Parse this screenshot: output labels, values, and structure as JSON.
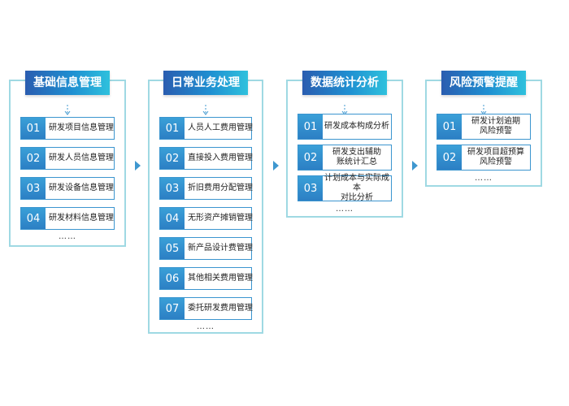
{
  "columns": [
    {
      "title": "基础信息管理",
      "items": [
        {
          "num": "01",
          "label": "研发项目信息管理"
        },
        {
          "num": "02",
          "label": "研发人员信息管理"
        },
        {
          "num": "03",
          "label": "研发设备信息管理"
        },
        {
          "num": "04",
          "label": "研发材料信息管理"
        }
      ],
      "more": "……"
    },
    {
      "title": "日常业务处理",
      "items": [
        {
          "num": "01",
          "label": "人员人工费用管理"
        },
        {
          "num": "02",
          "label": "直接投入费用管理"
        },
        {
          "num": "03",
          "label": "折旧费用分配管理"
        },
        {
          "num": "04",
          "label": "无形资产摊销管理"
        },
        {
          "num": "05",
          "label": "新产品设计费管理"
        },
        {
          "num": "06",
          "label": "其他相关费用管理"
        },
        {
          "num": "07",
          "label": "委托研发费用管理"
        }
      ],
      "more": "……"
    },
    {
      "title": "数据统计分析",
      "items": [
        {
          "num": "01",
          "label": "研发成本构成分析"
        },
        {
          "num": "02",
          "label": "研发支出辅助\n账统计汇总"
        },
        {
          "num": "03",
          "label": "计划成本与实际成本\n对比分析"
        }
      ],
      "more": "……"
    },
    {
      "title": "风险预警提醒",
      "items": [
        {
          "num": "01",
          "label": "研发计划逾期\n风险预警"
        },
        {
          "num": "02",
          "label": "研发项目超预算\n风险预警"
        }
      ],
      "more": "……"
    }
  ],
  "colors": {
    "border": "#9fd9e3",
    "accent": "#3e97cf",
    "title_gradient_start": "#2a5db0",
    "title_gradient_end": "#2fc1dd"
  },
  "icons": {
    "down_arrow": "dashed-down-arrow-icon",
    "flow_arrow": "triangle-right-icon"
  }
}
